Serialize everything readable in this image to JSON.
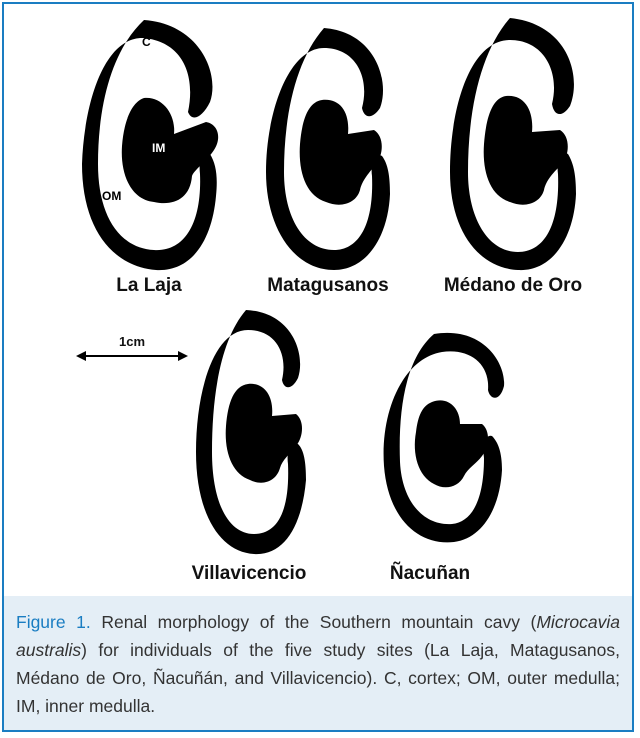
{
  "figure": {
    "sites": [
      {
        "name": "La Laja"
      },
      {
        "name": "Matagusanos"
      },
      {
        "name": "Médano de Oro"
      },
      {
        "name": "Villavicencio"
      },
      {
        "name": "Ñacuñan"
      }
    ],
    "region_labels": {
      "cortex": "C",
      "outer_medulla": "OM",
      "inner_medulla": "IM"
    },
    "scale_bar_label": "1cm"
  },
  "caption": {
    "label": "Figure 1.",
    "text_before_italic": " Renal morphology of the Southern mountain cavy (",
    "italic": "Microcavia australis",
    "text_after_italic": ") for individuals of the five study sites (La Laja, Matagusanos, Médano de Oro, Ñacuñán, and Villavicencio). C, cortex; OM, outer medulla; IM, inner medulla."
  },
  "colors": {
    "frame_border": "#1a7dc2",
    "caption_background": "#e4eef6",
    "figure_label": "#1a7dc2"
  }
}
